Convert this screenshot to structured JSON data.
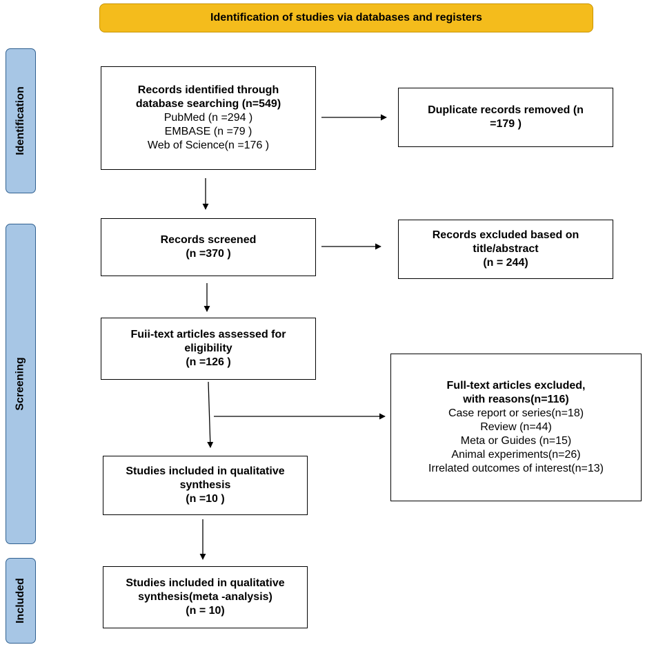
{
  "banner": "Identification of studies via databases and registers",
  "phases": {
    "identification": "Identification",
    "screening": "Screening",
    "included": "Included"
  },
  "boxes": {
    "identified": {
      "title_1": "Records identified through",
      "title_2": "database searching (n=549)",
      "items": [
        "PubMed (n =294 )",
        "EMBASE (n =79 )",
        "Web of Science(n =176 )"
      ]
    },
    "duplicates": {
      "line_1": "Duplicate records removed  (n",
      "line_2": "=179 )"
    },
    "screened": {
      "line_1": "Records screened",
      "line_2": "(n =370 )"
    },
    "excluded_title": {
      "line_1": "Records excluded based on",
      "line_2": "title/abstract",
      "line_3": "(n = 244)"
    },
    "fulltext": {
      "line_1": "Fuii-text articles assessed for",
      "line_2": "eligibility",
      "line_3": "(n =126 )"
    },
    "fulltext_excluded": {
      "title_1": "Full-text articles excluded,",
      "title_2": "with reasons(n=116)",
      "reasons": [
        "Case report or series(n=18)",
        "Review (n=44)",
        "Meta or Guides (n=15)",
        "Animal experiments(n=26)",
        "Irrelated outcomes of interest(n=13)"
      ]
    },
    "qualitative": {
      "line_1": "Studies included in qualitative",
      "line_2": "synthesis",
      "line_3": "(n =10 )"
    },
    "meta": {
      "line_1": "Studies included in qualitative",
      "line_2": "synthesis(meta -analysis)",
      "line_3": "(n = 10)"
    }
  }
}
